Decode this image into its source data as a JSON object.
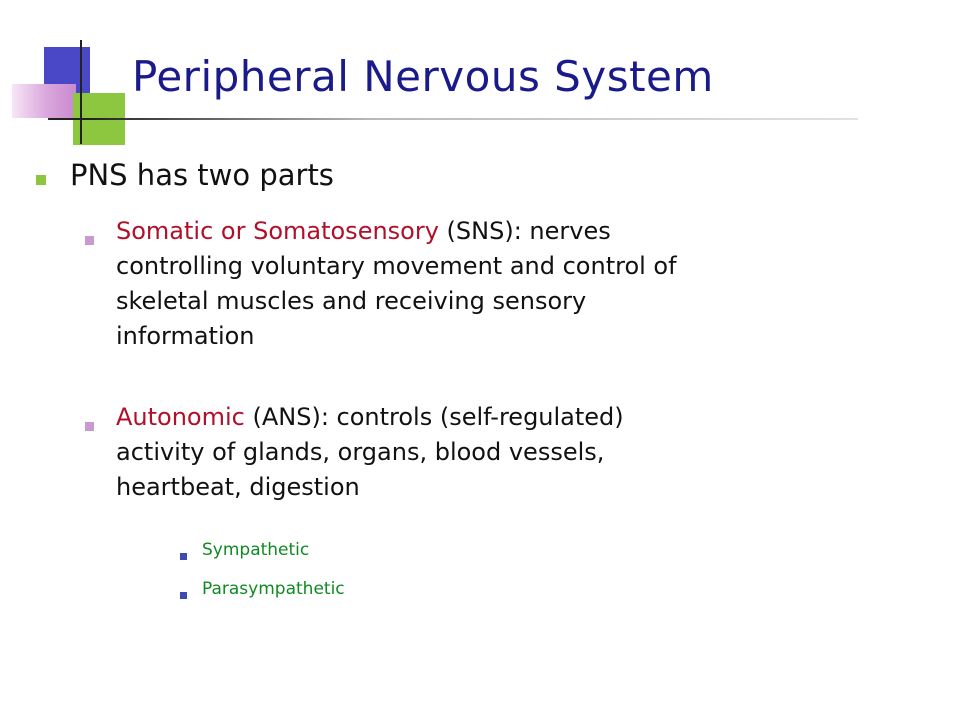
{
  "slide": {
    "title": "Peripheral Nervous System",
    "bullets": [
      {
        "text": "PNS has two parts",
        "children": [
          {
            "term": "Somatic or Somatosensory",
            "lines": [
              " (SNS): nerves",
              "controlling voluntary movement and control of",
              "skeletal muscles and receiving sensory",
              "information"
            ]
          },
          {
            "term": "Autonomic",
            "lines": [
              " (ANS): controls (self-regulated)",
              "activity of glands, organs, blood vessels,",
              "heartbeat, digestion"
            ],
            "children": [
              {
                "text": "Sympathetic"
              },
              {
                "text": "Parasympathetic"
              }
            ]
          }
        ]
      }
    ]
  },
  "colors": {
    "title": "#1a1a8a",
    "term_accent": "#b0102a",
    "level3_text": "#0f8a23",
    "bullet_level1": "#8dc63f",
    "bullet_level2": "#c79ad0",
    "bullet_level3": "#3b4bb0",
    "deco_blue": "#4a48c6",
    "deco_green": "#8dc63f",
    "deco_pink": "#d9a6dc"
  }
}
